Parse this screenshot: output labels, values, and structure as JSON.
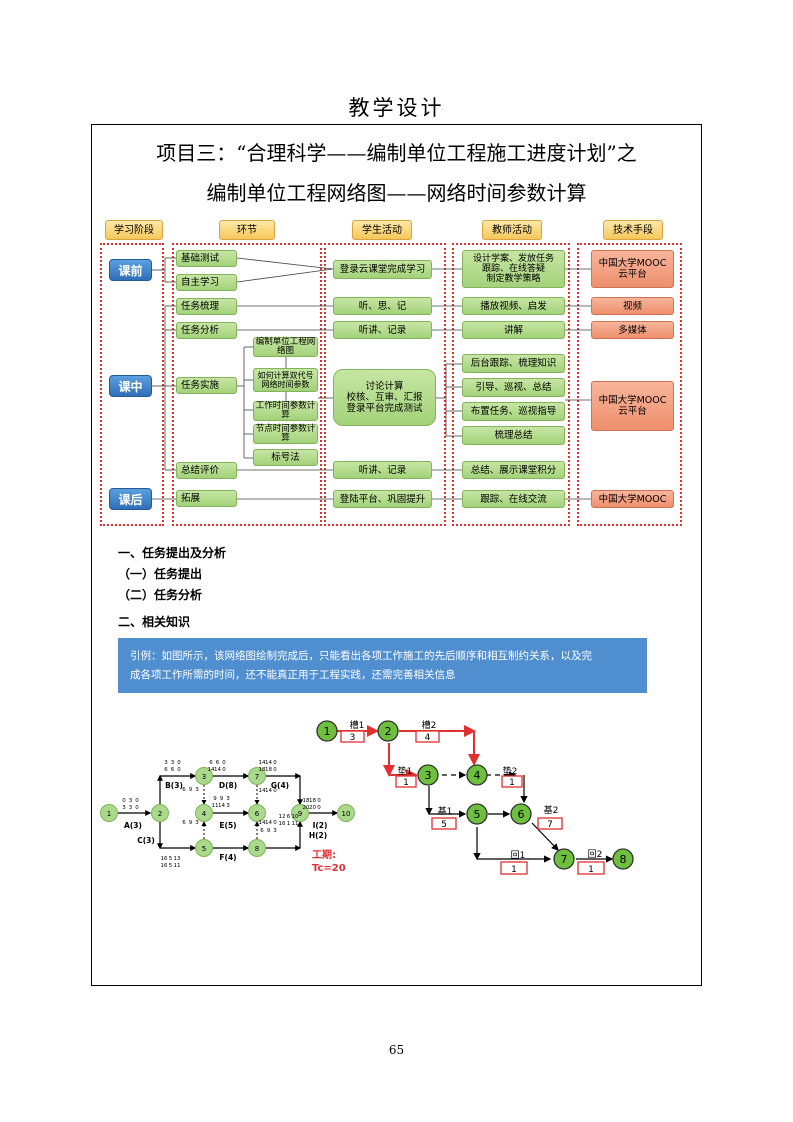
{
  "page": {
    "title": "教学设计",
    "project_line1": "项目三：“合理科学——编制单位工程施工进度计划”之",
    "project_line2": "编制单位工程网络图——网络时间参数计算",
    "page_number": "65"
  },
  "flow": {
    "headers": [
      "学习阶段",
      "环节",
      "学生活动",
      "教师活动",
      "技术手段"
    ],
    "phases": [
      "课前",
      "课中",
      "课后"
    ],
    "steps": [
      "基础测试",
      "自主学习",
      "任务梳理",
      "任务分析",
      "任务实施",
      "总结评价",
      "拓展"
    ],
    "substeps": [
      "编制单位工程网络图",
      "如何计算双代号网络时间参数",
      "工作时间参数计算",
      "节点时间参数计算",
      "标号法"
    ],
    "student": [
      "登录云课堂完成学习",
      "听、思、记",
      "听讲、记录",
      "讨论计算\n校核、互审、汇报\n登录平台完成测试",
      "听讲、记录",
      "登陆平台、巩固提升"
    ],
    "teacher": [
      "设计学案、发放任务\n跟踪、在线答疑\n制定教学策略",
      "播放视频、启发",
      "讲解",
      "后台跟踪、梳理知识",
      "引导、巡视、总结",
      "布置任务、巡视指导",
      "梳理总结",
      "总结、展示课堂积分",
      "跟踪、在线交流"
    ],
    "tech": [
      "中国大学MOOC\n云平台",
      "视频",
      "多媒体",
      "中国大学MOOC\n云平台",
      "中国大学MOOC"
    ]
  },
  "sections": {
    "s1": "一、任务提出及分析",
    "s1a": "（一）任务提出",
    "s1b": "（二）任务分析",
    "s2": "二、相关知识"
  },
  "callout": {
    "line1": "引例：如图所示，该网络图绘制完成后，只能看出各项工作施工的先后顺序和相互制约关系，以及完",
    "line2": "成各项工作所需的时间，还不能真正用于工程实践，还需完善相关信息"
  },
  "net1": {
    "nodes": [
      "1",
      "2",
      "3",
      "4",
      "5",
      "6",
      "7",
      "8",
      "9",
      "10"
    ],
    "activities": [
      "A(3)",
      "B(3)",
      "C(3)",
      "D(8)",
      "E(5)",
      "F(4)",
      "G(4)",
      "H(2)",
      "I(2)"
    ],
    "params": [
      "3",
      "3",
      "0",
      "6",
      "6",
      "0",
      "6",
      "6",
      "0",
      "14",
      "14",
      "0",
      "14",
      "14",
      "0",
      "18",
      "18",
      "0",
      "0",
      "3",
      "0",
      "3",
      "3",
      "0",
      "18",
      "18",
      "0",
      "20",
      "20",
      "0",
      "6",
      "9",
      "3",
      "9",
      "9",
      "3",
      "6",
      "9",
      "3",
      "11",
      "14",
      "3",
      "14",
      "14",
      "0",
      "14",
      "14",
      "0",
      "6",
      "9",
      "3",
      "12",
      "6",
      "10",
      "16",
      "1",
      "11",
      "16",
      "5",
      "13",
      "16",
      "5",
      "11",
      "16",
      "5",
      "13",
      "18",
      "5",
      "3",
      "6",
      "3",
      "6",
      "9",
      "0"
    ],
    "duration_label": "工期:",
    "duration_value": "Tc=20"
  },
  "net2": {
    "nodes": [
      "1",
      "2",
      "3",
      "4",
      "5",
      "6",
      "7",
      "8"
    ],
    "labels": [
      "槽1",
      "槽2",
      "垫1",
      "垫2",
      "基1",
      "基2",
      "回1",
      "回2"
    ],
    "values": [
      "3",
      "4",
      "1",
      "1",
      "5",
      "7",
      "1",
      "1"
    ]
  },
  "colors": {
    "accent_red": "#e0302f",
    "green": "#8cc63f",
    "blue_callout": "#4f8ecf"
  }
}
